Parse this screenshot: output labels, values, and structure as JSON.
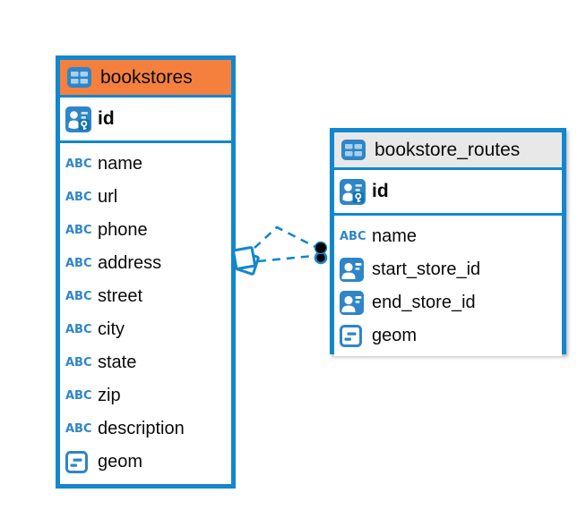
{
  "diagram": {
    "icon_glyphs": {
      "text": "ABC"
    },
    "colors": {
      "accent_blue": "#1287CE",
      "icon_blue": "#2E86C8",
      "icon_cell_light": "#A9D1EC",
      "selected_header_orange": "#F5803E",
      "header_gray": "#E8E8E8",
      "endpoint_black": "#000000",
      "background": "#FFFFFF"
    },
    "tables": [
      {
        "name": "bookstores",
        "selected": true,
        "columns": [
          {
            "name": "id",
            "type_icon": "primary-key-icon"
          },
          {
            "name": "name",
            "type_icon": "text-type-icon"
          },
          {
            "name": "url",
            "type_icon": "text-type-icon"
          },
          {
            "name": "phone",
            "type_icon": "text-type-icon"
          },
          {
            "name": "address",
            "type_icon": "text-type-icon"
          },
          {
            "name": "street",
            "type_icon": "text-type-icon"
          },
          {
            "name": "city",
            "type_icon": "text-type-icon"
          },
          {
            "name": "state",
            "type_icon": "text-type-icon"
          },
          {
            "name": "zip",
            "type_icon": "text-type-icon"
          },
          {
            "name": "description",
            "type_icon": "text-type-icon"
          },
          {
            "name": "geom",
            "type_icon": "geometry-type-icon"
          }
        ]
      },
      {
        "name": "bookstore_routes",
        "selected": false,
        "columns": [
          {
            "name": "id",
            "type_icon": "primary-key-icon"
          },
          {
            "name": "name",
            "type_icon": "text-type-icon"
          },
          {
            "name": "start_store_id",
            "type_icon": "person-id-icon"
          },
          {
            "name": "end_store_id",
            "type_icon": "person-id-icon"
          },
          {
            "name": "geom",
            "type_icon": "geometry-type-icon"
          }
        ]
      }
    ],
    "relation": {
      "from_table": "bookstores",
      "to_table": "bookstore_routes",
      "line_style": "dashed",
      "line_count": 2,
      "many_end_marker": "double-diamond",
      "ref_end_marker": "double-dot"
    }
  }
}
